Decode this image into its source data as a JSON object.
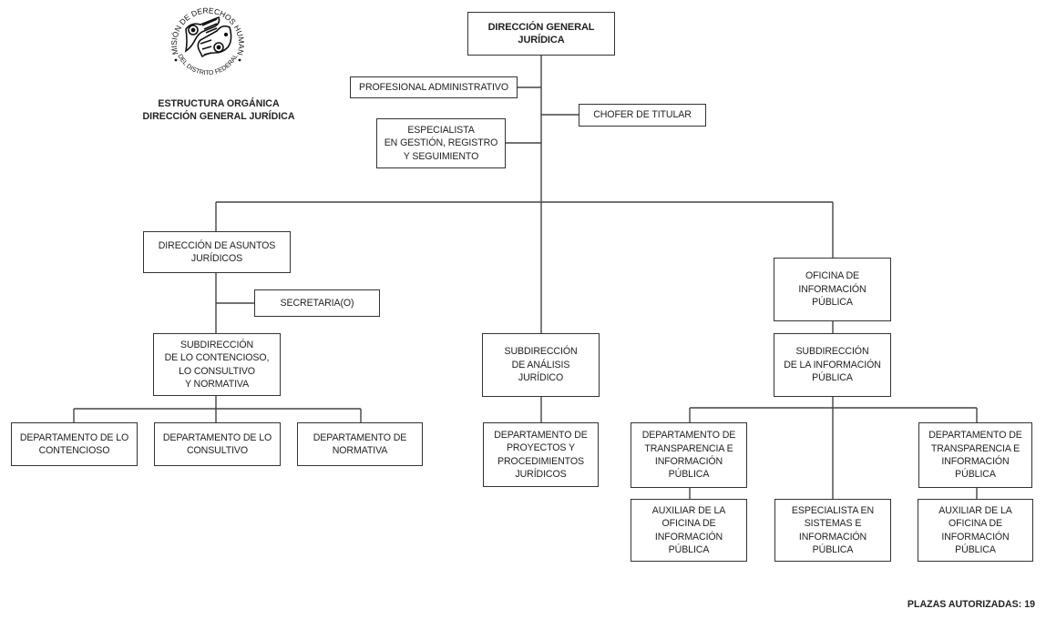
{
  "logo": {
    "icon": "cdhdf-logo-icon",
    "ring_text_top": "COMISIÓN DE DERECHOS HUMANOS",
    "ring_text_bottom": "DEL DISTRITO FEDERAL"
  },
  "title": "ESTRUCTURA ORGÁNICA\nDIRECCIÓN GENERAL JURÍDICA",
  "footer": {
    "plazas": "PLAZAS AUTORIZADAS: 19"
  },
  "nodes": {
    "direccion_general": "DIRECCIÓN GENERAL\nJURÍDICA",
    "profesional_administrativo": "PROFESIONAL ADMINISTRATIVO",
    "chofer": "CHOFER DE TITULAR",
    "especialista_gestion": "ESPECIALISTA\nEN GESTIÓN, REGISTRO\nY SEGUIMIENTO",
    "direccion_asuntos": "DIRECCIÓN DE ASUNTOS\nJURÍDICOS",
    "secretaria": "SECRETARIA(O)",
    "subdir_contencioso": "SUBDIRECCIÓN\nDE LO CONTENCIOSO,\nLO CONSULTIVO\nY NORMATIVA",
    "depto_contencioso": "DEPARTAMENTO DE LO\nCONTENCIOSO",
    "depto_consultivo": "DEPARTAMENTO DE LO\nCONSULTIVO",
    "depto_normativa": "DEPARTAMENTO DE\nNORMATIVA",
    "subdir_analisis": "SUBDIRECCIÓN\nDE ANÁLISIS\nJURÍDICO",
    "depto_proyectos": "DEPARTAMENTO DE\nPROYECTOS Y\nPROCEDIMIENTOS\nJURÍDICOS",
    "oficina_info": "OFICINA DE\nINFORMACIÓN\nPÚBLICA",
    "subdir_info": "SUBDIRECCIÓN\nDE LA INFORMACIÓN\nPÚBLICA",
    "depto_transparencia_1": "DEPARTAMENTO DE\nTRANSPARENCIA E\nINFORMACIÓN\nPÚBLICA",
    "depto_transparencia_2": "DEPARTAMENTO DE\nTRANSPARENCIA E\nINFORMACIÓN\nPÚBLICA",
    "auxiliar_1": "AUXILIAR DE LA\nOFICINA DE\nINFORMACIÓN PÚBLICA",
    "especialista_sistemas": "ESPECIALISTA EN\nSISTEMAS E\nINFORMACIÓN PÚBLICA",
    "auxiliar_2": "AUXILIAR DE LA\nOFICINA DE\nINFORMACIÓN PÚBLICA"
  }
}
